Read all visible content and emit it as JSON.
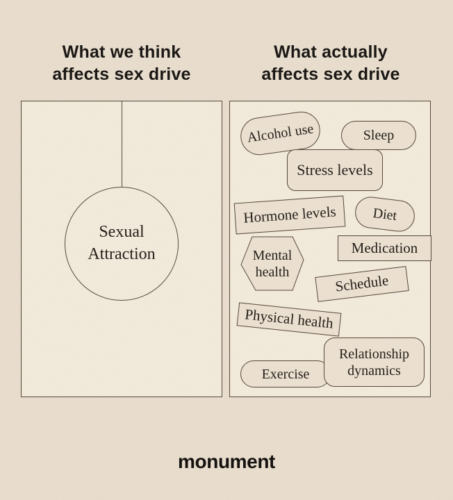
{
  "brand": {
    "logo": "monument"
  },
  "titles": {
    "left": "What we think\naffects sex drive",
    "right": "What actually\naffects sex drive"
  },
  "belief_panel": {
    "bubble_label": "Sexual\nAttraction"
  },
  "reality_panel": {
    "factors": [
      {
        "label": "Alcohol use"
      },
      {
        "label": "Sleep"
      },
      {
        "label": "Stress levels"
      },
      {
        "label": "Hormone levels"
      },
      {
        "label": "Diet"
      },
      {
        "label": "Mental health"
      },
      {
        "label": "Medication"
      },
      {
        "label": "Schedule"
      },
      {
        "label": "Physical health"
      },
      {
        "label": "Exercise"
      },
      {
        "label": "Relationship dynamics"
      }
    ]
  },
  "colors": {
    "background": "#ebe0d0",
    "panel": "#f4ecdd",
    "shape_fill": "#eee3d3",
    "line": "#57493c",
    "text": "#241f18",
    "title_text": "#1b1815"
  }
}
